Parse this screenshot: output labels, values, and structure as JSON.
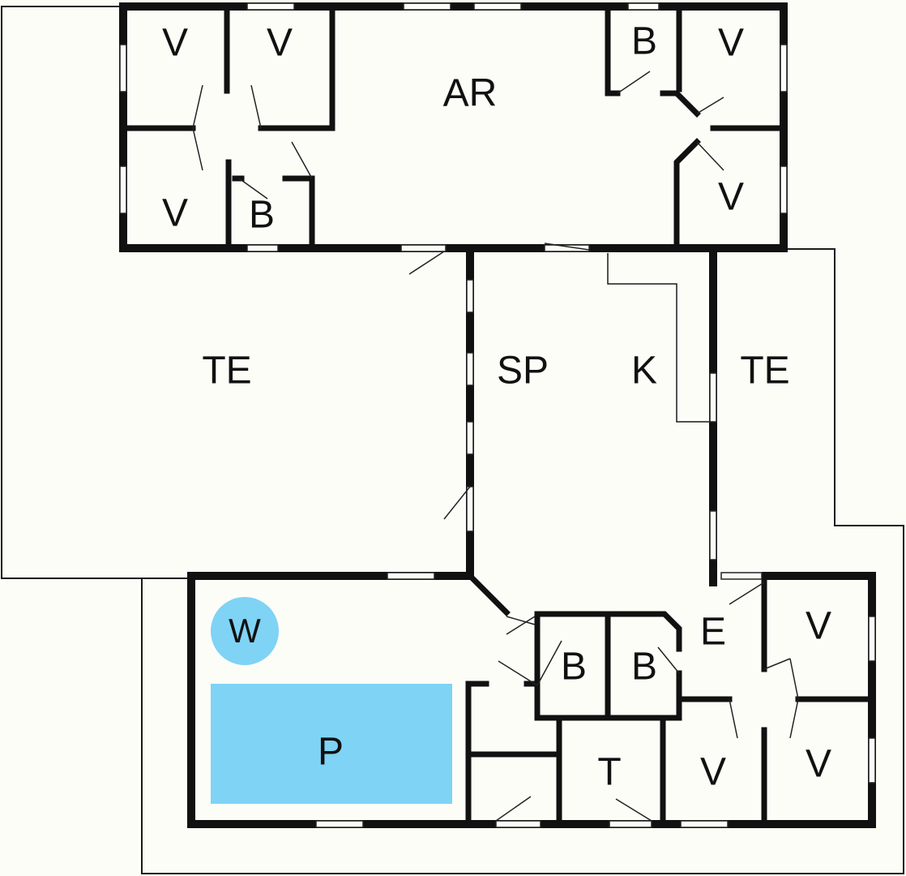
{
  "plan": {
    "colors": {
      "water": "#7fd3f5",
      "wall": "#111111",
      "background": "#fdfdf8"
    },
    "rooms": [
      {
        "label": "V"
      },
      {
        "label": "V"
      },
      {
        "label": "V"
      },
      {
        "label": "B"
      },
      {
        "label": "AR"
      },
      {
        "label": "B"
      },
      {
        "label": "V"
      },
      {
        "label": "V"
      },
      {
        "label": "TE"
      },
      {
        "label": "SP"
      },
      {
        "label": "K"
      },
      {
        "label": "TE"
      },
      {
        "label": "W"
      },
      {
        "label": "P"
      },
      {
        "label": "B"
      },
      {
        "label": "B"
      },
      {
        "label": "E"
      },
      {
        "label": "V"
      },
      {
        "label": "T"
      },
      {
        "label": "V"
      },
      {
        "label": "V"
      }
    ]
  }
}
